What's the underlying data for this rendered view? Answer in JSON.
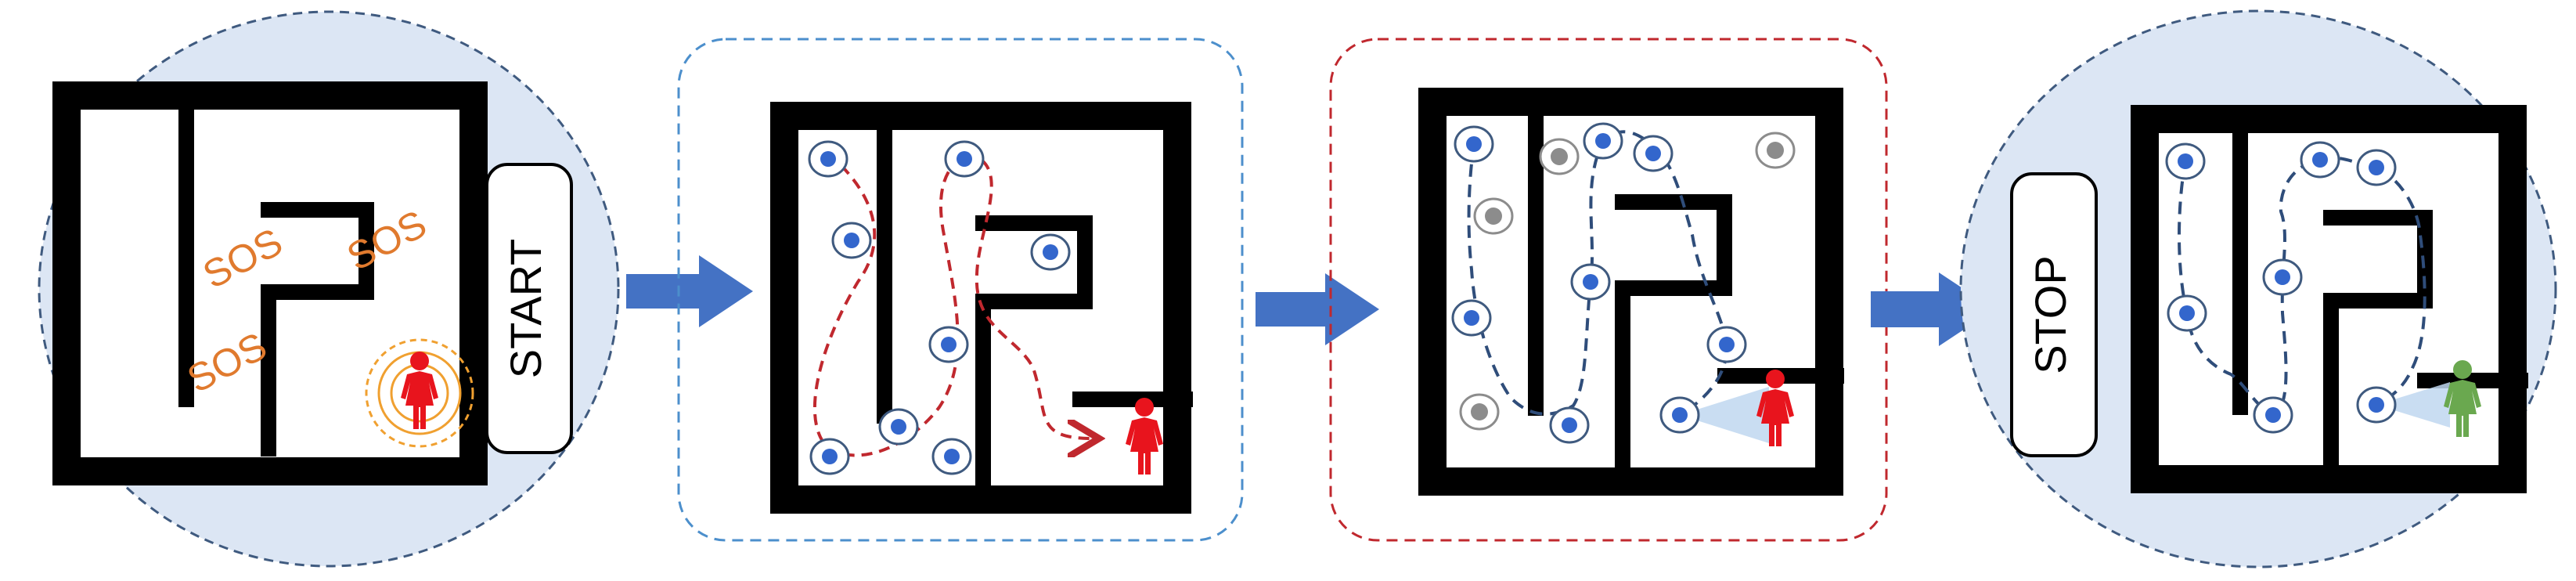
{
  "labels": {
    "start": "START",
    "stop": "STOP",
    "sos": [
      "SOS",
      "SOS",
      "SOS"
    ]
  },
  "colors": {
    "panel_fill": "#DCE6F4",
    "circle_border": "#3F5A7F",
    "frame_blue": "#4C8FCC",
    "frame_red": "#C0282E",
    "arrow": "#4472C4",
    "maze_wall": "#000000",
    "node_dot": "#3366CC",
    "node_ring": "#3F5A7F",
    "node_gray": "#8C8C8C",
    "path_red": "#C0282E",
    "path_blue": "#2F4D7A",
    "person_red": "#E8141D",
    "person_green": "#6AA84F",
    "sos": "#E07A2E",
    "signal_ring": "#F0A030",
    "view_cone": "#BFD7F0"
  },
  "icons": [
    "person-icon",
    "right-arrow-icon",
    "signal-waves-icon",
    "sensor-node-icon"
  ]
}
